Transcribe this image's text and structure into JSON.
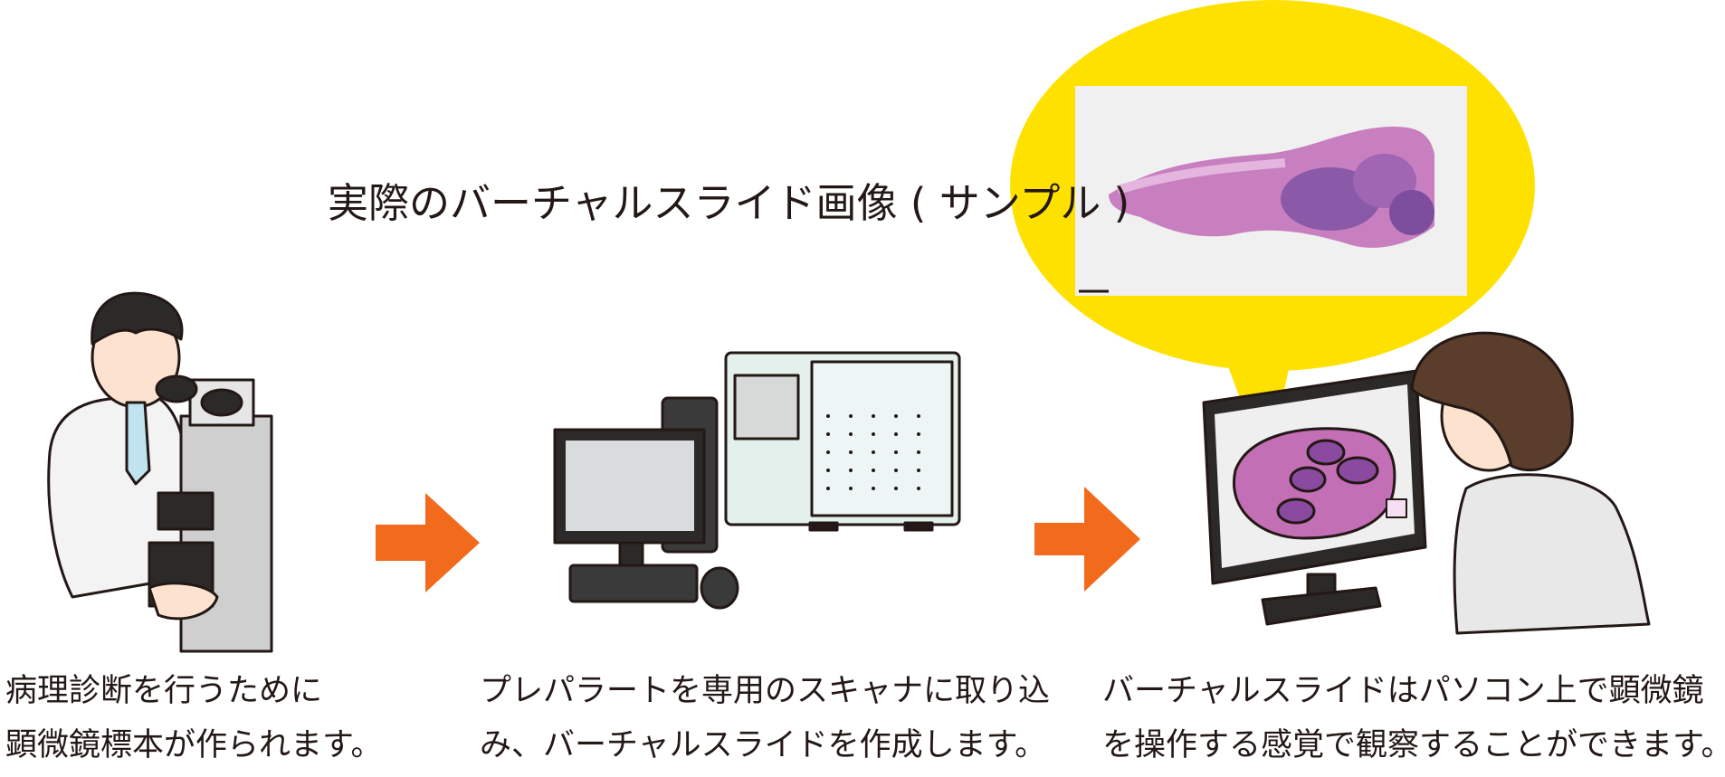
{
  "sample_title": "実際のバーチャルスライド画像 ( サンプル )",
  "steps": [
    {
      "line1": "病理診断を行うために",
      "line2": "顕微鏡標本が作られます。"
    },
    {
      "line1": "プレパラートを専用のスキャナに取り込",
      "line2": "み、バーチャルスライドを作成します。"
    },
    {
      "line1": "バーチャルスライドはパソコン上で顕微鏡",
      "line2": "を操作する感覚で観察することができます。"
    }
  ],
  "colors": {
    "arrow": "#f26a1b",
    "bubble": "#ffe100",
    "tissue": "#c36fb5",
    "nucleus": "#8a4aa0",
    "outline": "#231815"
  },
  "icons": [
    "doctor-microscope-illustration",
    "slide-scanner-computer-illustration",
    "viewer-person-illustration"
  ]
}
